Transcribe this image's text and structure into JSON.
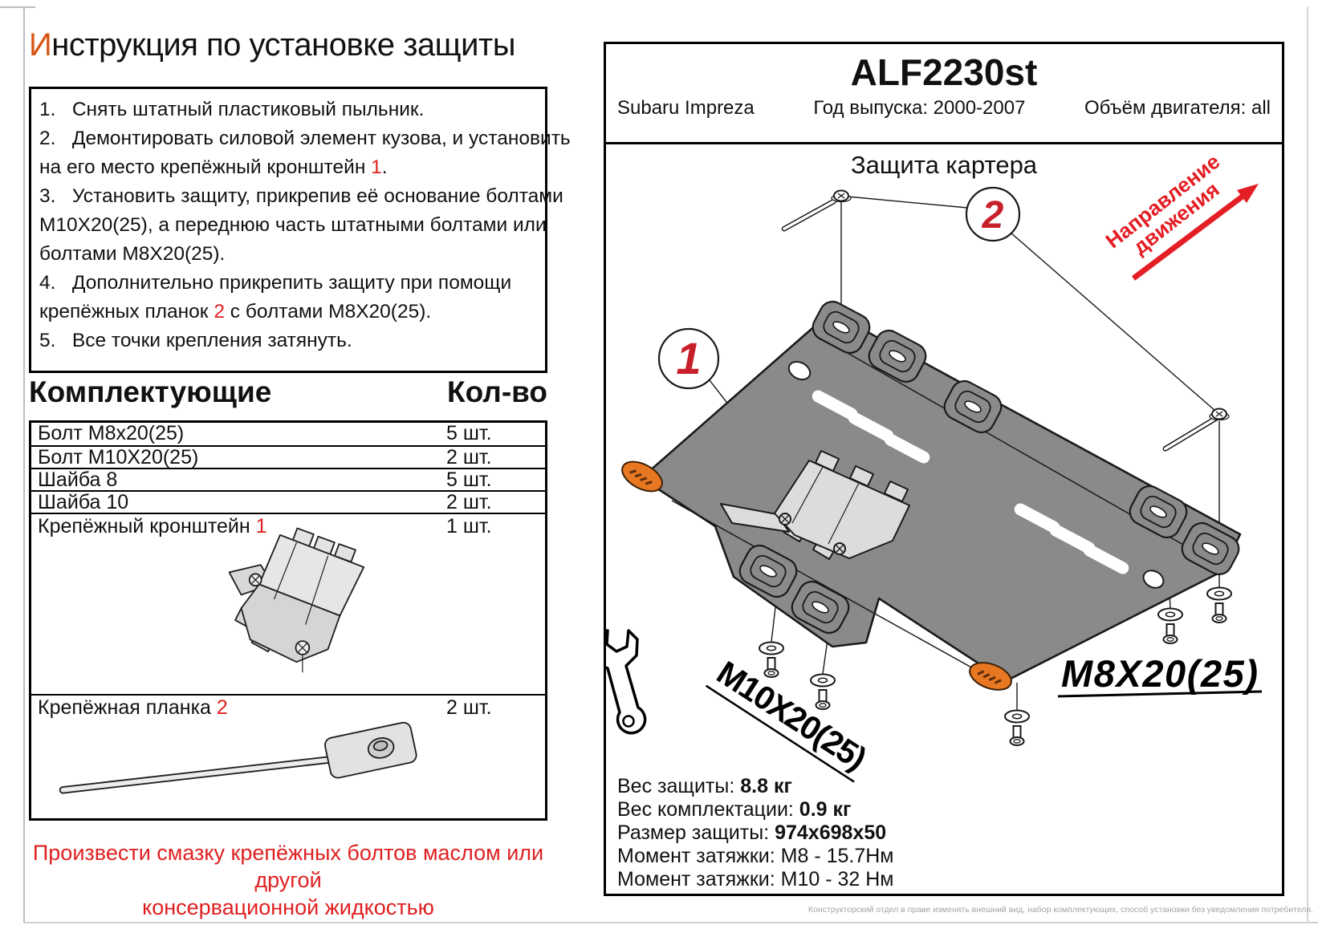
{
  "colors": {
    "accent_red": "#e31e24",
    "title_orange": "#d85413",
    "plate_gray": "#8a8a8a",
    "bracket_gray": "#dcdcdc",
    "logo_orange": "#e87722",
    "callout_red": "#c8202a"
  },
  "title": {
    "lead": "И",
    "rest": "нструкция по установке защиты"
  },
  "instructions": [
    {
      "s0": "1.   Снять штатный пластиковый пыльник."
    },
    {
      "s0": "2.   Демонтировать силовой элемент кузова, и установить"
    },
    {
      "s0": "на его место крепёжный кронштейн ",
      "s1": "1",
      "s2": "."
    },
    {
      "s0": "3.   Установить защиту, прикрепив её основание болтами"
    },
    {
      "s0": "М10Х20(25), а переднюю часть штатными болтами или"
    },
    {
      "s0": "болтами М8Х20(25)."
    },
    {
      "s0": "4.   Дополнительно прикрепить защиту при помощи"
    },
    {
      "s0": "крепёжных планок ",
      "s1": "2",
      "s2": " с болтами М8Х20(25)."
    },
    {
      "s0": "5.   Все точки крепления затянуть."
    }
  ],
  "components": {
    "header": {
      "name": "Комплектующие",
      "qty": "Кол-во"
    },
    "rows": [
      {
        "n0": "Болт М8х20(25)",
        "qty": "5 шт."
      },
      {
        "n0": "Болт М10Х20(25)",
        "qty": "2 шт."
      },
      {
        "n0": "Шайба 8",
        "qty": "5 шт."
      },
      {
        "n0": "Шайба 10",
        "qty": "2 шт."
      },
      {
        "n0": "Крепёжный кронштейн ",
        "n1": "1",
        "qty": "1 шт."
      },
      {
        "n0": "Крепёжная планка ",
        "n1": "2",
        "qty": "2 шт."
      }
    ]
  },
  "warning": [
    "Произвести смазку крепёжных болтов маслом или другой",
    "консервационной жидкостью"
  ],
  "product": {
    "code": "ALF2230st",
    "vehicle": "Subaru Impreza",
    "year": "Год выпуска: 2000-2007",
    "engine": "Объём двигателя: all",
    "drawing_title": "Защита картера"
  },
  "drawing": {
    "direction_line1": "Направление",
    "direction_line2": "движения",
    "callout_1": "1",
    "callout_2": "2",
    "label_m10": "M10X20(25)",
    "label_m8": "M8X20(25)"
  },
  "specs": [
    {
      "label": "Вес защиты: ",
      "value": "8.8 кг"
    },
    {
      "label": "Вес комплектации: ",
      "value": "0.9 кг"
    },
    {
      "label": "Размер защиты: ",
      "value": "974x698x50"
    },
    {
      "label": "Момент затяжки:  ",
      "value": "М8 - 15.7Нм"
    },
    {
      "label": "Момент затяжки:  ",
      "value": "М10 - 32 Нм"
    }
  ],
  "footer": "Конструкторский отдел в праве изменять внешний вид, набор комплектующих, способ установки без уведомления потребителя."
}
